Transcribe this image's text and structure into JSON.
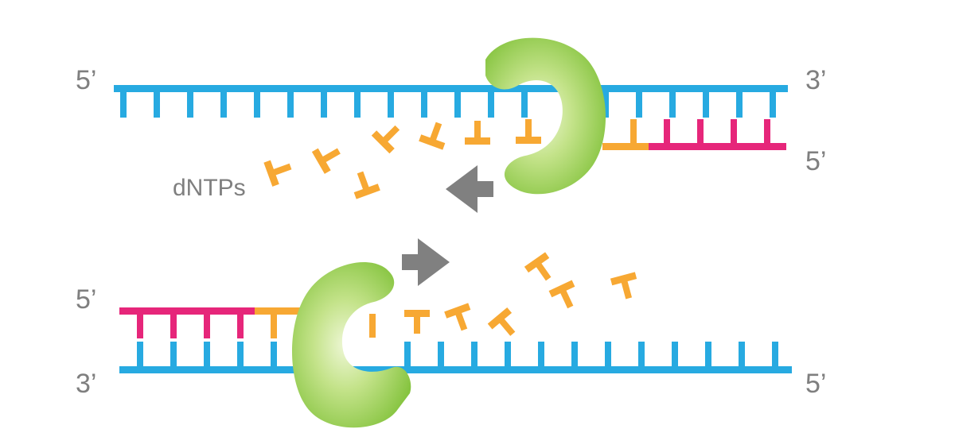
{
  "labels": {
    "top_strand_left": "5’",
    "top_strand_right": "3’",
    "top_new_strand_right": "5’",
    "dntps": "dNTPs",
    "bottom_new_strand_left": "5’",
    "bottom_strand_left": "3’",
    "bottom_strand_right": "5’"
  },
  "colors": {
    "template_strand": "#27aae1",
    "new_strand_primer": "#e6267a",
    "new_nucleotides": "#f7a833",
    "polymerase": "#8dc63f",
    "direction_arrow": "#808080",
    "label_text": "#7f7f7f"
  },
  "icons": {
    "polymerase": "dna-polymerase-shape",
    "direction": "arrow-icon"
  }
}
